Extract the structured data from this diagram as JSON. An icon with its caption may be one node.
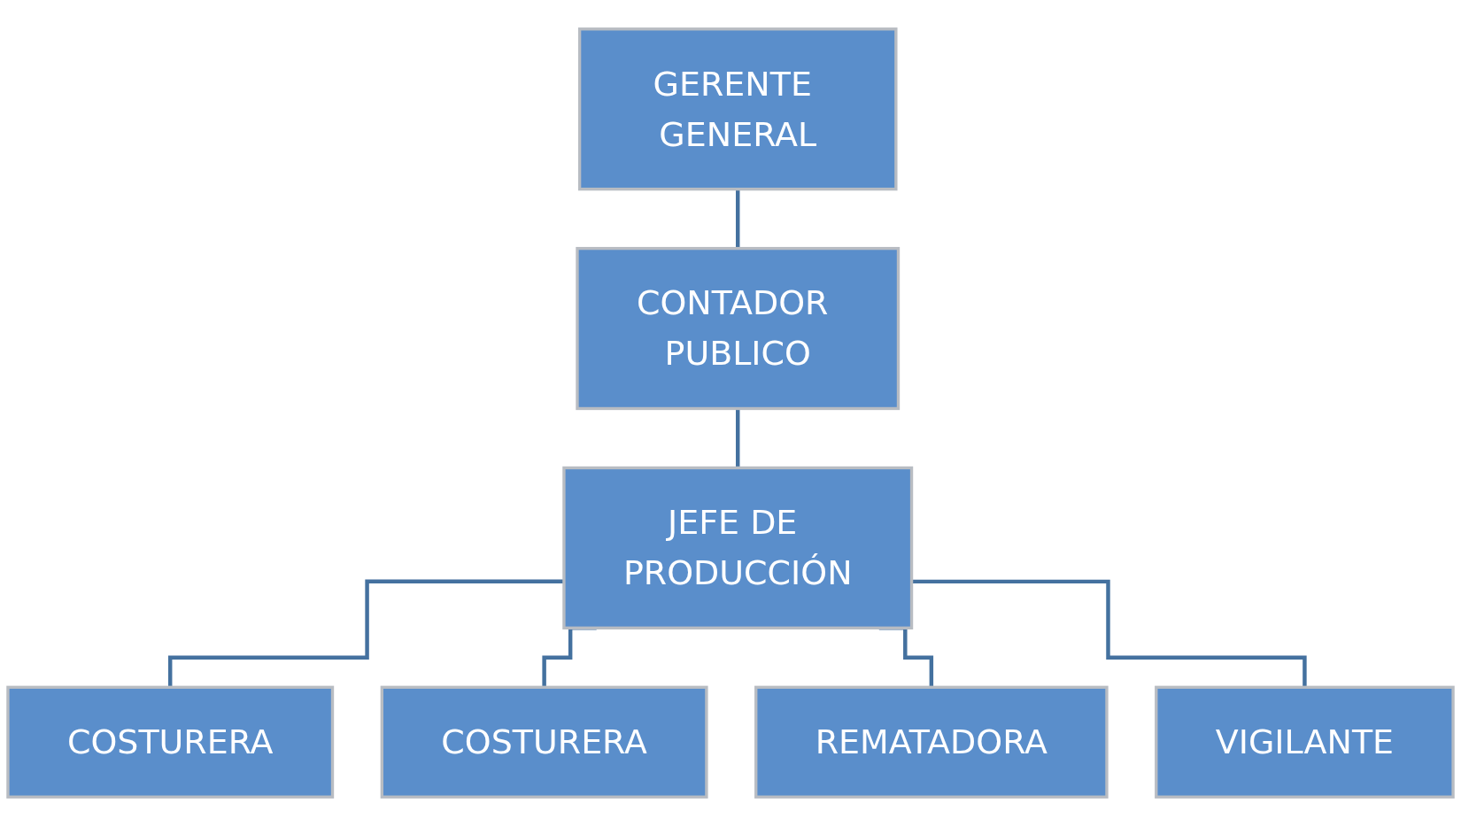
{
  "diagram": {
    "nodes": [
      {
        "text": [
          "GERENTE GENERAL"
        ]
      },
      {
        "text": [
          "CONTADOR PUBLICO"
        ]
      },
      {
        "text": [
          "JEFE DE PRODUCCIÓN"
        ]
      },
      {
        "text": [
          "COSTURERA"
        ]
      },
      {
        "text": [
          "COSTURERA"
        ]
      },
      {
        "text": [
          "REMATADORA"
        ]
      },
      {
        "text": [
          "VIGILANTE"
        ]
      }
    ],
    "edges": [
      {
        "from": 0,
        "to": 1,
        "arrow": "none"
      },
      {
        "from": 1,
        "to": 2,
        "arrow": "none"
      },
      {
        "from": 2,
        "to": 3,
        "arrow": "none"
      },
      {
        "from": 2,
        "to": 4,
        "arrow": "none"
      },
      {
        "from": 2,
        "to": 5,
        "arrow": "none"
      },
      {
        "from": 2,
        "to": 6,
        "arrow": "none"
      }
    ]
  }
}
